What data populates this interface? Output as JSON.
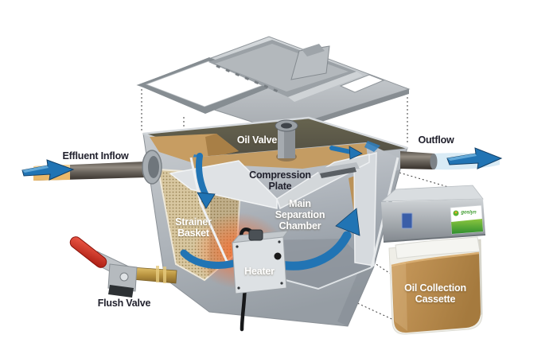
{
  "diagram": {
    "subject": "grease-trap-oil-separator-cutaway",
    "labels": {
      "effluent_inflow": "Effluent Inflow",
      "oil_valve": "Oil Valve",
      "outflow": "Outflow",
      "compression_plate": "Compression\nPlate",
      "main_separation_chamber": "Main\nSeparation\nChamber",
      "strainer_basket": "Strainer\nBasket",
      "heater": "Heater",
      "flush_valve": "Flush Valve",
      "oil_collection_cassette": "Oil Collection\nCassette",
      "logo": "goslyn"
    },
    "colors": {
      "flow_arrow_blue": "#2174b4",
      "flow_arrow_highlight": "#63a9d8",
      "oil_tan": "#c49c63",
      "oil_collection_brown": "#b5854a",
      "tank_metal": "#aab0b6",
      "top_surface_dark": "#59564a",
      "flush_handle_red": "#d6281e",
      "brass": "#c3a04c",
      "heater_glow_orange": "#ff5a1e",
      "logo_green": "#5cb531",
      "cassette_button_blue": "#3a5ea8",
      "outflow_stream": "#d9ebf5"
    }
  }
}
